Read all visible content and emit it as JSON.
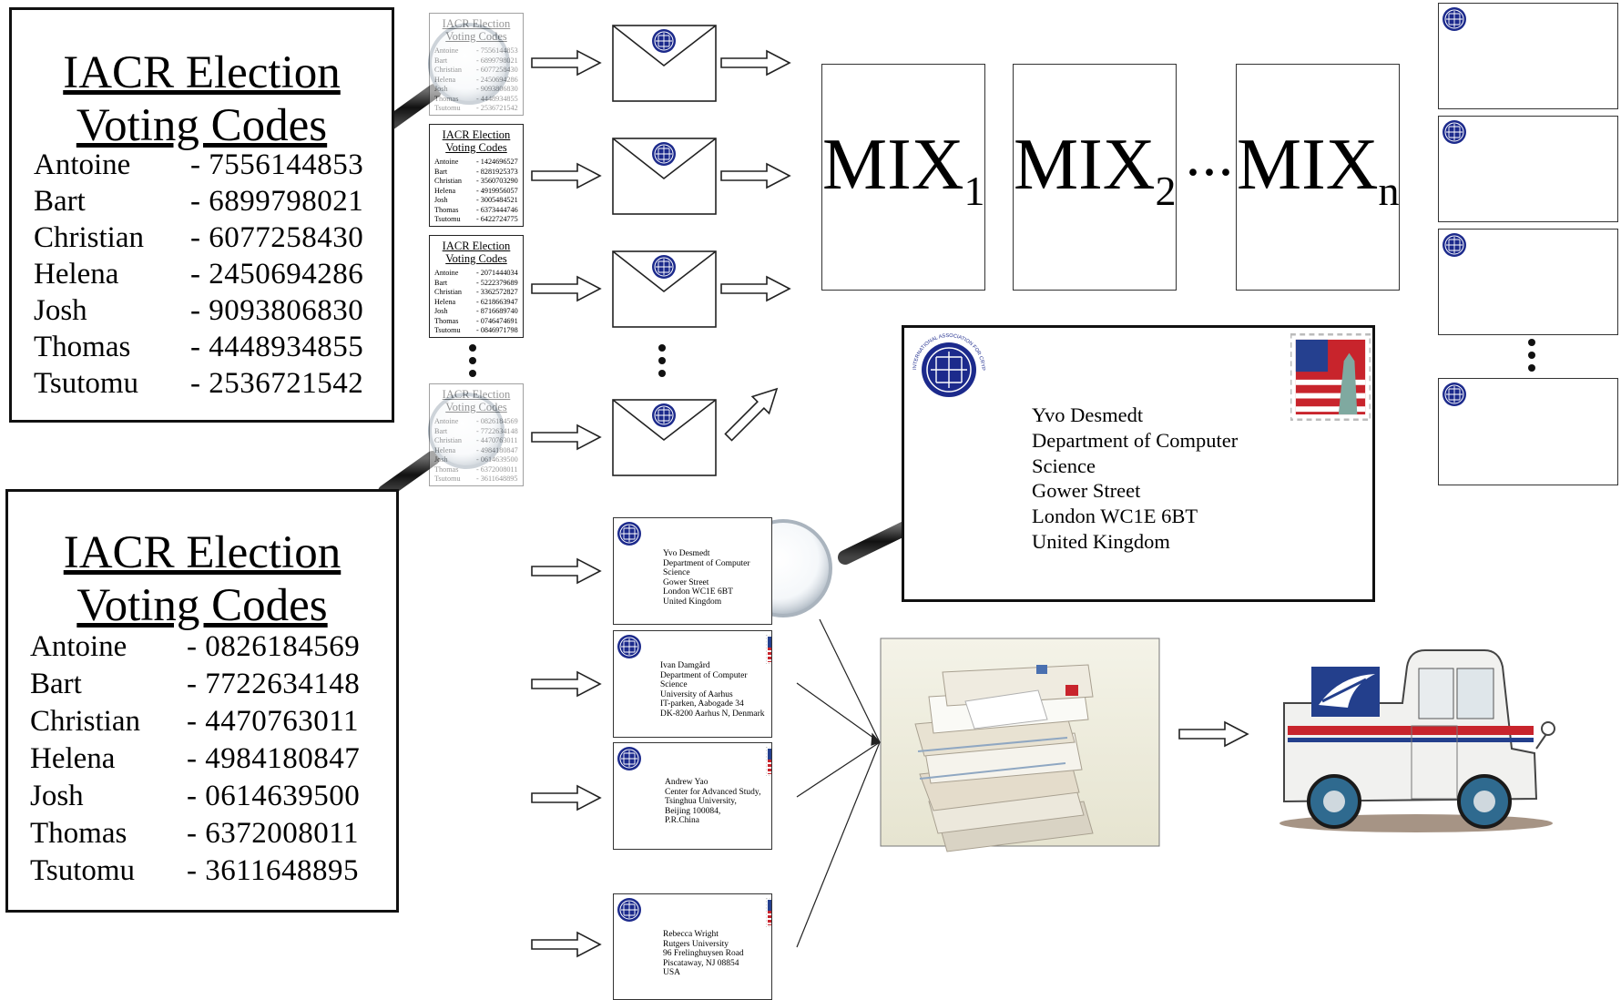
{
  "big_sheets": [
    {
      "title_line1": "IACR Election",
      "title_line2": "Voting Codes",
      "rows": [
        {
          "name": "Antoine",
          "code": "- 7556144853"
        },
        {
          "name": "Bart",
          "code": "- 6899798021"
        },
        {
          "name": "Christian",
          "code": " - 6077258430"
        },
        {
          "name": "Helena",
          "code": " - 2450694286"
        },
        {
          "name": "Josh",
          "code": " - 9093806830"
        },
        {
          "name": "Thomas",
          "code": "- 4448934855"
        },
        {
          "name": "Tsutomu",
          "code": " - 2536721542"
        }
      ]
    },
    {
      "title_line1": "IACR Election",
      "title_line2": "Voting Codes",
      "rows": [
        {
          "name": "Antoine",
          "code": "- 0826184569"
        },
        {
          "name": "Bart",
          "code": "- 7722634148"
        },
        {
          "name": "Christian",
          "code": " - 4470763011"
        },
        {
          "name": "Helena",
          "code": " - 4984180847"
        },
        {
          "name": "Josh",
          "code": " - 0614639500"
        },
        {
          "name": "Thomas",
          "code": "- 6372008011"
        },
        {
          "name": "Tsutomu",
          "code": " - 3611648895"
        }
      ]
    }
  ],
  "small_sheets": [
    {
      "title_line1": "IACR Election",
      "title_line2": "Voting Codes",
      "rows": [
        {
          "name": "Antoine",
          "code": "- 7556144853"
        },
        {
          "name": "Bart",
          "code": "- 6899798021"
        },
        {
          "name": "Christian",
          "code": "- 6077258430"
        },
        {
          "name": "Helena",
          "code": "- 2450694286"
        },
        {
          "name": "Josh",
          "code": "- 9093806830"
        },
        {
          "name": "Thomas",
          "code": "- 4448934855"
        },
        {
          "name": "Tsutomu",
          "code": "- 2536721542"
        }
      ]
    },
    {
      "title_line1": "IACR Election",
      "title_line2": "Voting Codes",
      "rows": [
        {
          "name": "Antoine",
          "code": "- 1424696527"
        },
        {
          "name": "Bart",
          "code": "- 8281925373"
        },
        {
          "name": "Christian",
          "code": "- 3560703290"
        },
        {
          "name": "Helena",
          "code": "- 4919956057"
        },
        {
          "name": "Josh",
          "code": "- 3005484521"
        },
        {
          "name": "Thomas",
          "code": "- 6373444746"
        },
        {
          "name": "Tsutomu",
          "code": "- 6422724775"
        }
      ]
    },
    {
      "title_line1": "IACR Election",
      "title_line2": "Voting Codes",
      "rows": [
        {
          "name": "Antoine",
          "code": "- 2071444034"
        },
        {
          "name": "Bart",
          "code": "- 5222379689"
        },
        {
          "name": "Christian",
          "code": "- 3362572827"
        },
        {
          "name": "Helena",
          "code": "- 6218663947"
        },
        {
          "name": "Josh",
          "code": "- 8716689740"
        },
        {
          "name": "Thomas",
          "code": "- 0746474691"
        },
        {
          "name": "Tsutomu",
          "code": "- 0846971798"
        }
      ]
    },
    {
      "title_line1": "IACR Election",
      "title_line2": "Voting Codes",
      "rows": [
        {
          "name": "Antoine",
          "code": "- 0826184569"
        },
        {
          "name": "Bart",
          "code": "- 7722634148"
        },
        {
          "name": "Christian",
          "code": "- 4470763011"
        },
        {
          "name": "Helena",
          "code": "- 4984180847"
        },
        {
          "name": "Josh",
          "code": "- 0614639500"
        },
        {
          "name": "Thomas",
          "code": "- 6372008011"
        },
        {
          "name": "Tsutomu",
          "code": "- 3611648895"
        }
      ]
    }
  ],
  "mix_nodes": [
    {
      "label": "MIX",
      "subscript": "1"
    },
    {
      "label": "MIX",
      "subscript": "2"
    },
    {
      "label": "MIX",
      "subscript": "n"
    }
  ],
  "mix_ellipsis": "···",
  "big_envelope": {
    "seal_text": "INTERNATIONAL ASSOCIATION FOR CRYPTOLOGIC RESEARCH",
    "address_lines": [
      "Yvo Desmedt",
      "Department of Computer",
      "Science",
      "Gower Street",
      "London WC1E 6BT",
      "United Kingdom"
    ]
  },
  "addressed_envelopes": [
    {
      "lines": [
        "Yvo Desmedt",
        "Department of Computer",
        "Science",
        "Gower Street",
        "London WC1E 6BT",
        "United Kingdom"
      ]
    },
    {
      "lines": [
        "Ivan Damgård",
        "Department of Computer",
        "Science",
        "University of Aarhus",
        "IT-parken, Aabogade 34",
        "DK-8200 Aarhus N, Denmark"
      ]
    },
    {
      "lines": [
        "Andrew Yao",
        "Center for Advanced Study,",
        "Tsinghua University,",
        "Beijing 100084,",
        "P.R.China"
      ]
    },
    {
      "lines": [
        "Rebecca Wright",
        "Rutgers University",
        "96 Frelinghuysen Road",
        "Piscataway, NJ 08854",
        "USA"
      ]
    }
  ],
  "colors": {
    "seal_blue": "#1c2a8c",
    "stamp_red": "#c8242c",
    "stamp_blue": "#25408f",
    "truck_white": "#f1f1ef",
    "truck_wheel": "#2f6a8f",
    "usps_blue": "#233f8c",
    "pile_background": "#efeee0"
  },
  "icons": [
    "magnifying-glass-icon",
    "envelope-icon",
    "iacr-seal-icon",
    "flag-stamp-icon",
    "arrow-icon",
    "mail-pile-icon",
    "mail-truck-icon"
  ]
}
